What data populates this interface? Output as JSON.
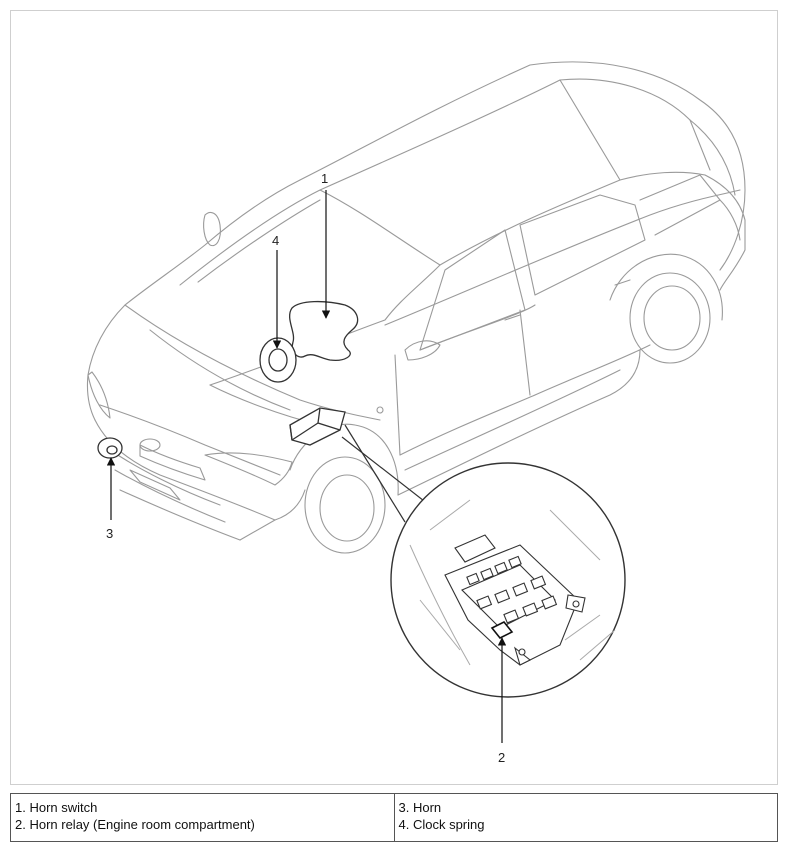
{
  "callouts": {
    "c1": "1",
    "c2": "2",
    "c3": "3",
    "c4": "4"
  },
  "legend": {
    "left": [
      "1. Horn switch",
      "2. Horn relay (Engine room compartment)"
    ],
    "right": [
      "3. Horn",
      "4. Clock spring"
    ]
  },
  "colors": {
    "outline": "#9a9a9a",
    "component": "#333333",
    "callout": "#111111",
    "table_border": "#555555"
  }
}
